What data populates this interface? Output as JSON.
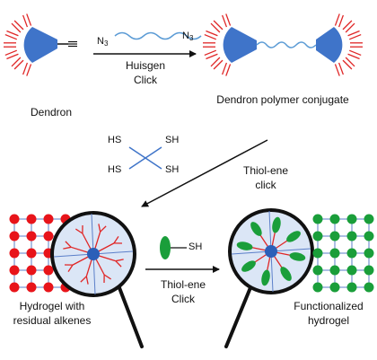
{
  "top": {
    "azide_left": "N",
    "azide_right": "N",
    "azide_subscript": "3",
    "reaction_1_line1": "Huisgen",
    "reaction_1_line2": "Click",
    "dendron_label": "Dendron",
    "conjugate_label": "Dendron polymer conjugate"
  },
  "middle": {
    "thiol_tl": "HS",
    "thiol_tr": "SH",
    "thiol_bl": "HS",
    "thiol_br": "SH",
    "reaction_2_line1": "Thiol-ene",
    "reaction_2_line2": "click"
  },
  "bottom": {
    "thiol_reagent": "SH",
    "reaction_3_line1": "Thiol-ene",
    "reaction_3_line2": "Click",
    "hydrogel_line1": "Hydrogel  with",
    "hydrogel_line2": "residual alkenes",
    "functionalized_line1": "Functionalized",
    "functionalized_line2": "hydrogel"
  },
  "colors": {
    "dendron_blue": "#3f74c9",
    "arm_red": "#e02626",
    "alkene_red": "#e8141a",
    "functional_green": "#1a9e3a",
    "lens_fill": "#dbe6f6",
    "core_blue": "#2b5fb8"
  }
}
